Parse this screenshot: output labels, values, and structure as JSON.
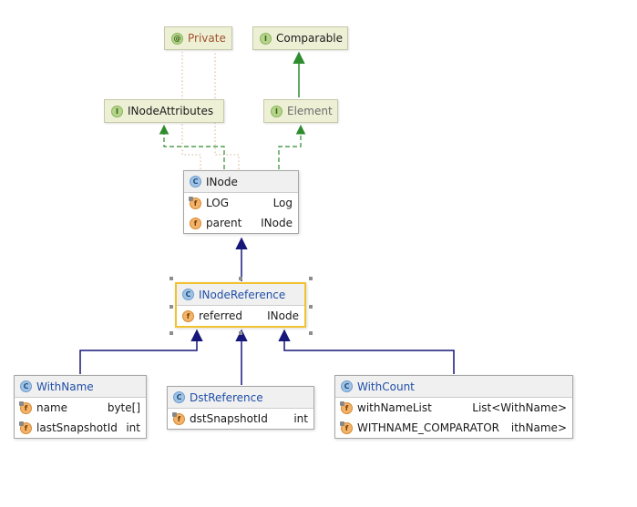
{
  "nodes": {
    "private": {
      "label": "Private",
      "icon": "private-annotation-icon"
    },
    "comparable": {
      "label": "Comparable",
      "icon": "interface-icon"
    },
    "inode_attributes": {
      "label": "INodeAttributes",
      "icon": "interface-icon"
    },
    "element": {
      "label": "Element",
      "icon": "interface-icon"
    },
    "inode": {
      "label": "INode",
      "icon": "class-icon",
      "fields": [
        {
          "name": "LOG",
          "type": "Log"
        },
        {
          "name": "parent",
          "type": "INode"
        }
      ]
    },
    "inode_reference": {
      "label": "INodeReference",
      "icon": "class-icon",
      "fields": [
        {
          "name": "referred",
          "type": "INode"
        }
      ]
    },
    "with_name": {
      "label": "WithName",
      "icon": "class-icon",
      "fields": [
        {
          "name": "name",
          "type": "byte[]"
        },
        {
          "name": "lastSnapshotId",
          "type": "int"
        }
      ]
    },
    "dst_reference": {
      "label": "DstReference",
      "icon": "class-icon",
      "fields": [
        {
          "name": "dstSnapshotId",
          "type": "int"
        }
      ]
    },
    "with_count": {
      "label": "WithCount",
      "icon": "class-icon",
      "fields": [
        {
          "name": "withNameList",
          "type": "List<WithName>"
        },
        {
          "name": "WITHNAME_COMPARATOR",
          "type": "ithName>"
        }
      ]
    }
  },
  "icon_letters": {
    "interface": "I",
    "class": "C",
    "field": "f"
  },
  "colors": {
    "implements_edge": "#2e8b2e",
    "extends_edge": "#17177a",
    "annotation_edge": "#d2b48c",
    "selection_border": "#f2c230"
  }
}
